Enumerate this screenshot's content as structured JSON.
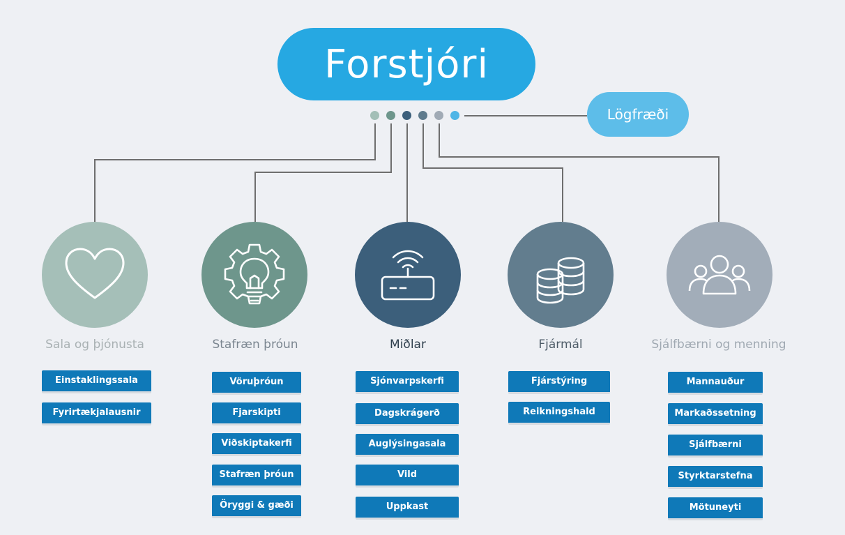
{
  "ceo": {
    "label": "Forstjóri"
  },
  "legal": {
    "label": "Lögfræði"
  },
  "colors": {
    "background": "#eef0f4",
    "ceo": "#26a8e2",
    "legal": "#5dbde9",
    "button": "#0f79b8",
    "connector": "#6e6e6e",
    "dots": [
      "#a3bfb7",
      "#6e968c",
      "#3c5f7b",
      "#5f7b8d",
      "#a0aab5",
      "#4fb5e6"
    ]
  },
  "departments": [
    {
      "title": "Sala og þjónusta",
      "icon": "heart-icon",
      "circle_color": "#a5bfb8",
      "title_color": "#a9b1b3",
      "items": [
        "Einstaklingssala",
        "Fyrirtækjalausnir"
      ]
    },
    {
      "title": "Stafræn þróun",
      "icon": "gear-lightbulb-icon",
      "circle_color": "#6e968c",
      "title_color": "#7b8690",
      "items": [
        "Vöruþróun",
        "Fjarskipti",
        "Viðskiptakerfi",
        "Stafræn þróun",
        "Öryggi & gæði"
      ]
    },
    {
      "title": "Miðlar",
      "icon": "router-icon",
      "circle_color": "#3c5f7b",
      "title_color": "#2f3f4d",
      "items": [
        "Sjónvarpskerfi",
        "Dagskrágerð",
        "Auglýsingasala",
        "Vild",
        "Uppkast"
      ]
    },
    {
      "title": "Fjármál",
      "icon": "coins-stack-icon",
      "circle_color": "#627d8e",
      "title_color": "#4e5c68",
      "items": [
        "Fjárstýring",
        "Reikningshald"
      ]
    },
    {
      "title": "Sjálfbærni og menning",
      "icon": "people-group-icon",
      "circle_color": "#a2adb9",
      "title_color": "#a0a9b2",
      "items": [
        "Mannauður",
        "Markaðssetning",
        "Sjálfbærni",
        "Styrktarstefna",
        "Mötuneyti"
      ]
    }
  ]
}
